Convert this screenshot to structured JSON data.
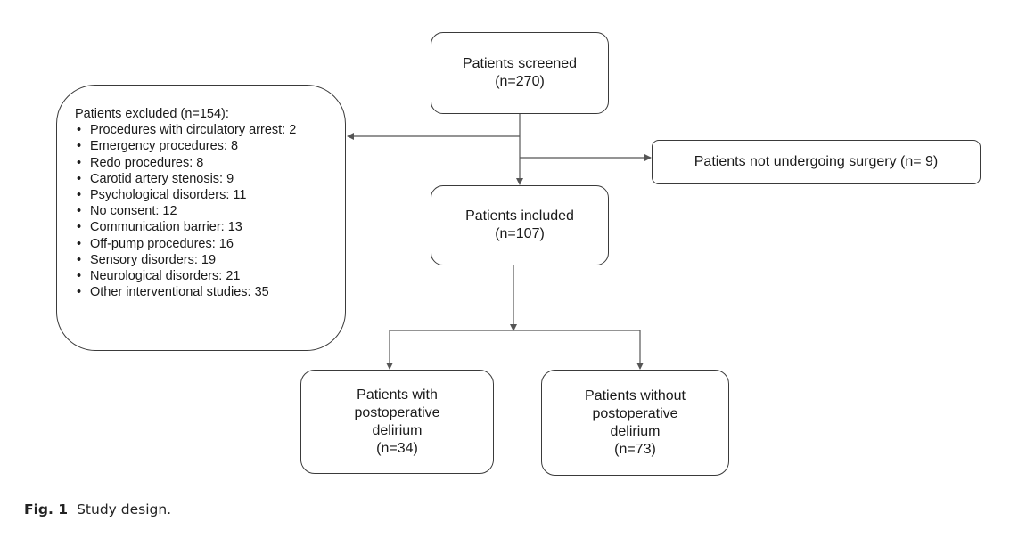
{
  "diagram": {
    "screened": {
      "line1": "Patients screened",
      "line2": "(n=270)"
    },
    "excluded": {
      "title": "Patients excluded (n=154):",
      "items": [
        "Procedures with circulatory arrest: 2",
        "Emergency procedures: 8",
        "Redo procedures: 8",
        "Carotid artery stenosis: 9",
        "Psychological disorders: 11",
        "No consent: 12",
        "Communication barrier: 13",
        "Off-pump procedures: 16",
        "Sensory disorders: 19",
        "Neurological disorders: 21",
        "Other interventional studies: 35"
      ]
    },
    "not_undergoing_surgery": "Patients not undergoing surgery (n= 9)",
    "included": {
      "line1": "Patients included",
      "line2": "(n=107)"
    },
    "with_delirium": {
      "line1": "Patients with",
      "line2": "postoperative",
      "line3": "delirium",
      "line4": "(n=34)"
    },
    "without_delirium": {
      "line1": "Patients without",
      "line2": "postoperative",
      "line3": "delirium",
      "line4": "(n=73)"
    }
  },
  "caption": {
    "label": "Fig. 1",
    "text": "Study design."
  },
  "colors": {
    "line": "#555555",
    "box_border": "#3a3a3a",
    "text": "#1a1a1a"
  }
}
